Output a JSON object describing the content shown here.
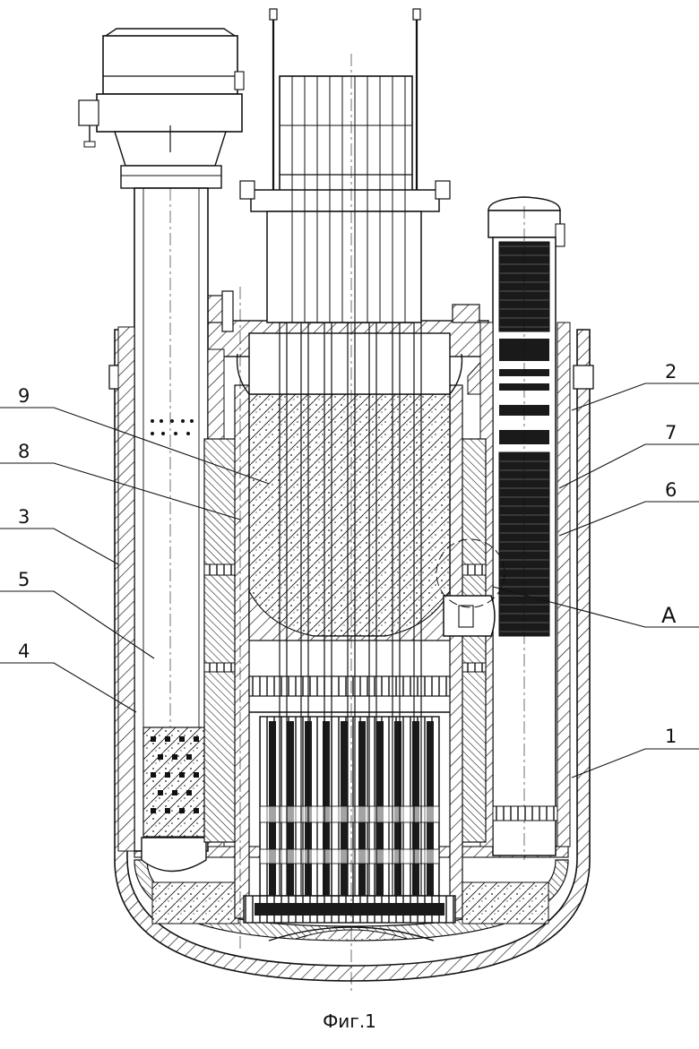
{
  "figure": {
    "caption": "Фиг.1",
    "labels": [
      {
        "id": "l1",
        "text": "1"
      },
      {
        "id": "l2",
        "text": "2"
      },
      {
        "id": "l3",
        "text": "3"
      },
      {
        "id": "l4",
        "text": "4"
      },
      {
        "id": "l5",
        "text": "5"
      },
      {
        "id": "l6",
        "text": "6"
      },
      {
        "id": "l7",
        "text": "7"
      },
      {
        "id": "l8",
        "text": "8"
      },
      {
        "id": "l9",
        "text": "9"
      },
      {
        "id": "lA",
        "text": "А"
      }
    ]
  },
  "colors": {
    "ink": "#111111",
    "paper": "#ffffff",
    "fill_dark": "#1a1a1a",
    "fill_grey": "#bdbdbd"
  }
}
